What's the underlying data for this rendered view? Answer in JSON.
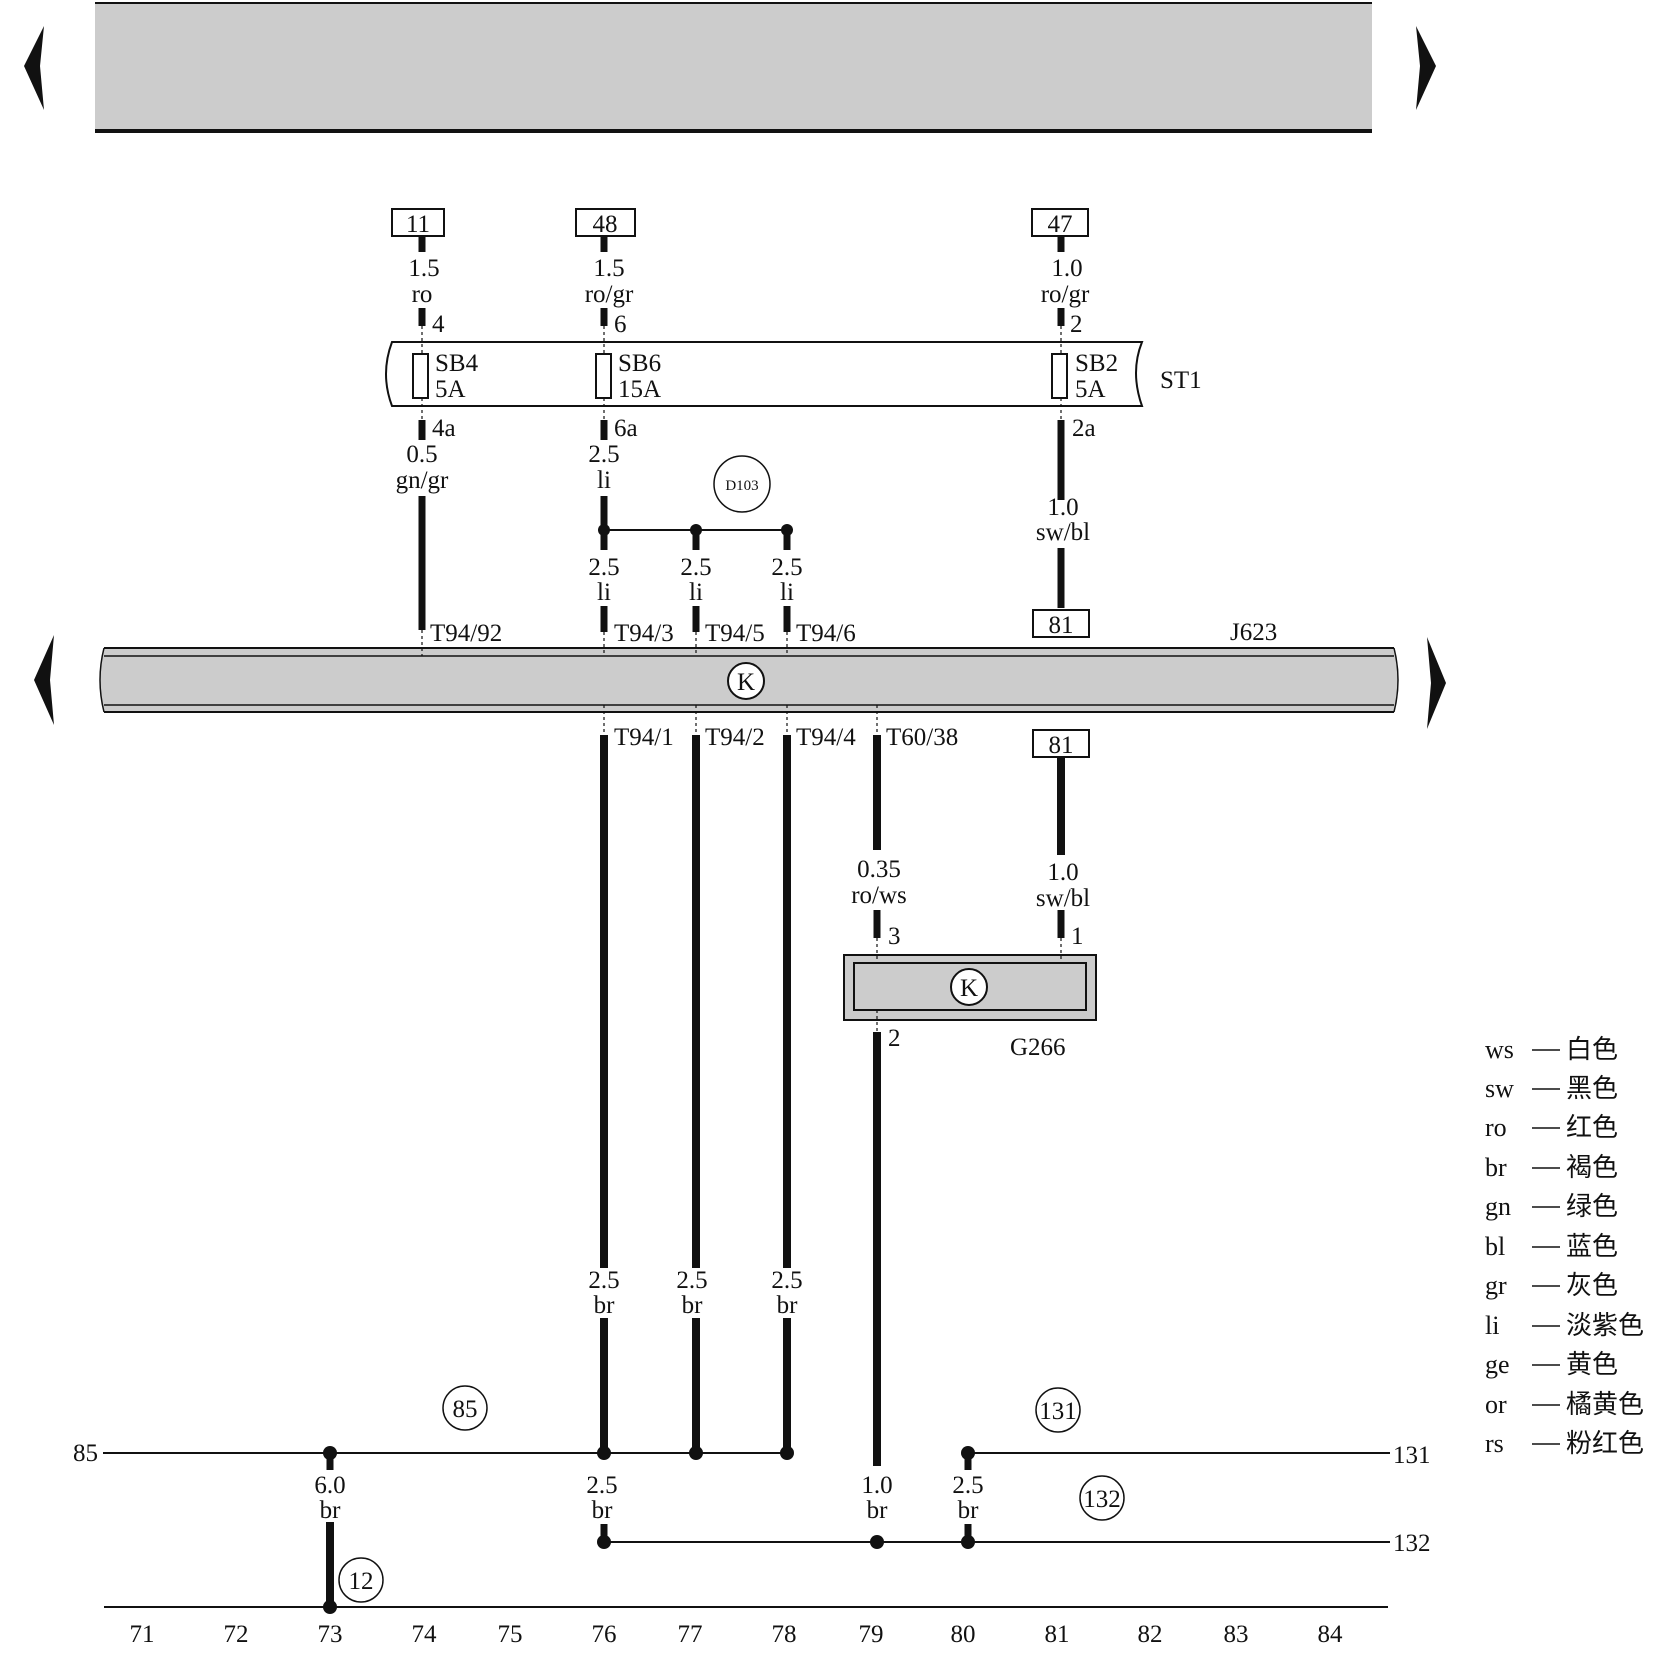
{
  "top_connectors": [
    {
      "num": "11",
      "size": "1.5",
      "color": "ro",
      "pin": "4"
    },
    {
      "num": "48",
      "size": "1.5",
      "color": "ro/gr",
      "pin": "6"
    },
    {
      "num": "47",
      "size": "1.0",
      "color": "ro/gr",
      "pin": "2"
    }
  ],
  "fuse_holder": {
    "label": "ST1",
    "fuses": [
      {
        "name": "SB4",
        "rating": "5A",
        "out_pin": "4a"
      },
      {
        "name": "SB6",
        "rating": "15A",
        "out_pin": "6a"
      },
      {
        "name": "SB2",
        "rating": "5A",
        "out_pin": "2a"
      }
    ]
  },
  "upper_wires": [
    {
      "size": "0.5",
      "color": "gn/gr"
    },
    {
      "size": "2.5",
      "color": "li"
    },
    {
      "size": "1.0",
      "color": "sw/bl"
    }
  ],
  "splice": {
    "label": "D103"
  },
  "branch_wires": [
    {
      "size": "2.5",
      "color": "li"
    },
    {
      "size": "2.5",
      "color": "li"
    },
    {
      "size": "2.5",
      "color": "li"
    }
  ],
  "ecu": {
    "label": "J623",
    "symbol": "K",
    "pins_top": [
      "T94/92",
      "T94/3",
      "T94/5",
      "T94/6"
    ],
    "pins_bottom": [
      "T94/1",
      "T94/2",
      "T94/4",
      "T60/38"
    ],
    "ref_top": "81",
    "ref_bottom": "81"
  },
  "sensor": {
    "label": "G266",
    "symbol": "K",
    "pins": [
      "3",
      "1",
      "2"
    ],
    "wire_in_left": {
      "size": "0.35",
      "color": "ro/ws"
    },
    "wire_in_right": {
      "size": "1.0",
      "color": "sw/bl"
    }
  },
  "ground_wires": [
    {
      "size": "2.5",
      "color": "br"
    },
    {
      "size": "2.5",
      "color": "br"
    },
    {
      "size": "2.5",
      "color": "br"
    }
  ],
  "ground_buses": [
    {
      "num": "85",
      "circle": "85"
    },
    {
      "num": "131",
      "circle": "131"
    },
    {
      "num": "132",
      "circle": "132"
    }
  ],
  "bottom_wires": [
    {
      "size": "6.0",
      "color": "br"
    },
    {
      "size": "2.5",
      "color": "br"
    },
    {
      "size": "1.0",
      "color": "br"
    },
    {
      "size": "2.5",
      "color": "br"
    }
  ],
  "ground_point": "12",
  "scale": [
    "71",
    "72",
    "73",
    "74",
    "75",
    "76",
    "77",
    "78",
    "79",
    "80",
    "81",
    "82",
    "83",
    "84"
  ],
  "legend": [
    {
      "code": "ws",
      "name": "白色"
    },
    {
      "code": "sw",
      "name": "黑色"
    },
    {
      "code": "ro",
      "name": "红色"
    },
    {
      "code": "br",
      "name": "褐色"
    },
    {
      "code": "gn",
      "name": "绿色"
    },
    {
      "code": "bl",
      "name": "蓝色"
    },
    {
      "code": "gr",
      "name": "灰色"
    },
    {
      "code": "li",
      "name": "淡紫色"
    },
    {
      "code": "ge",
      "name": "黄色"
    },
    {
      "code": "or",
      "name": "橘黄色"
    },
    {
      "code": "rs",
      "name": "粉红色"
    }
  ],
  "colors": {
    "panel": "#cccccc",
    "line": "#111111"
  }
}
